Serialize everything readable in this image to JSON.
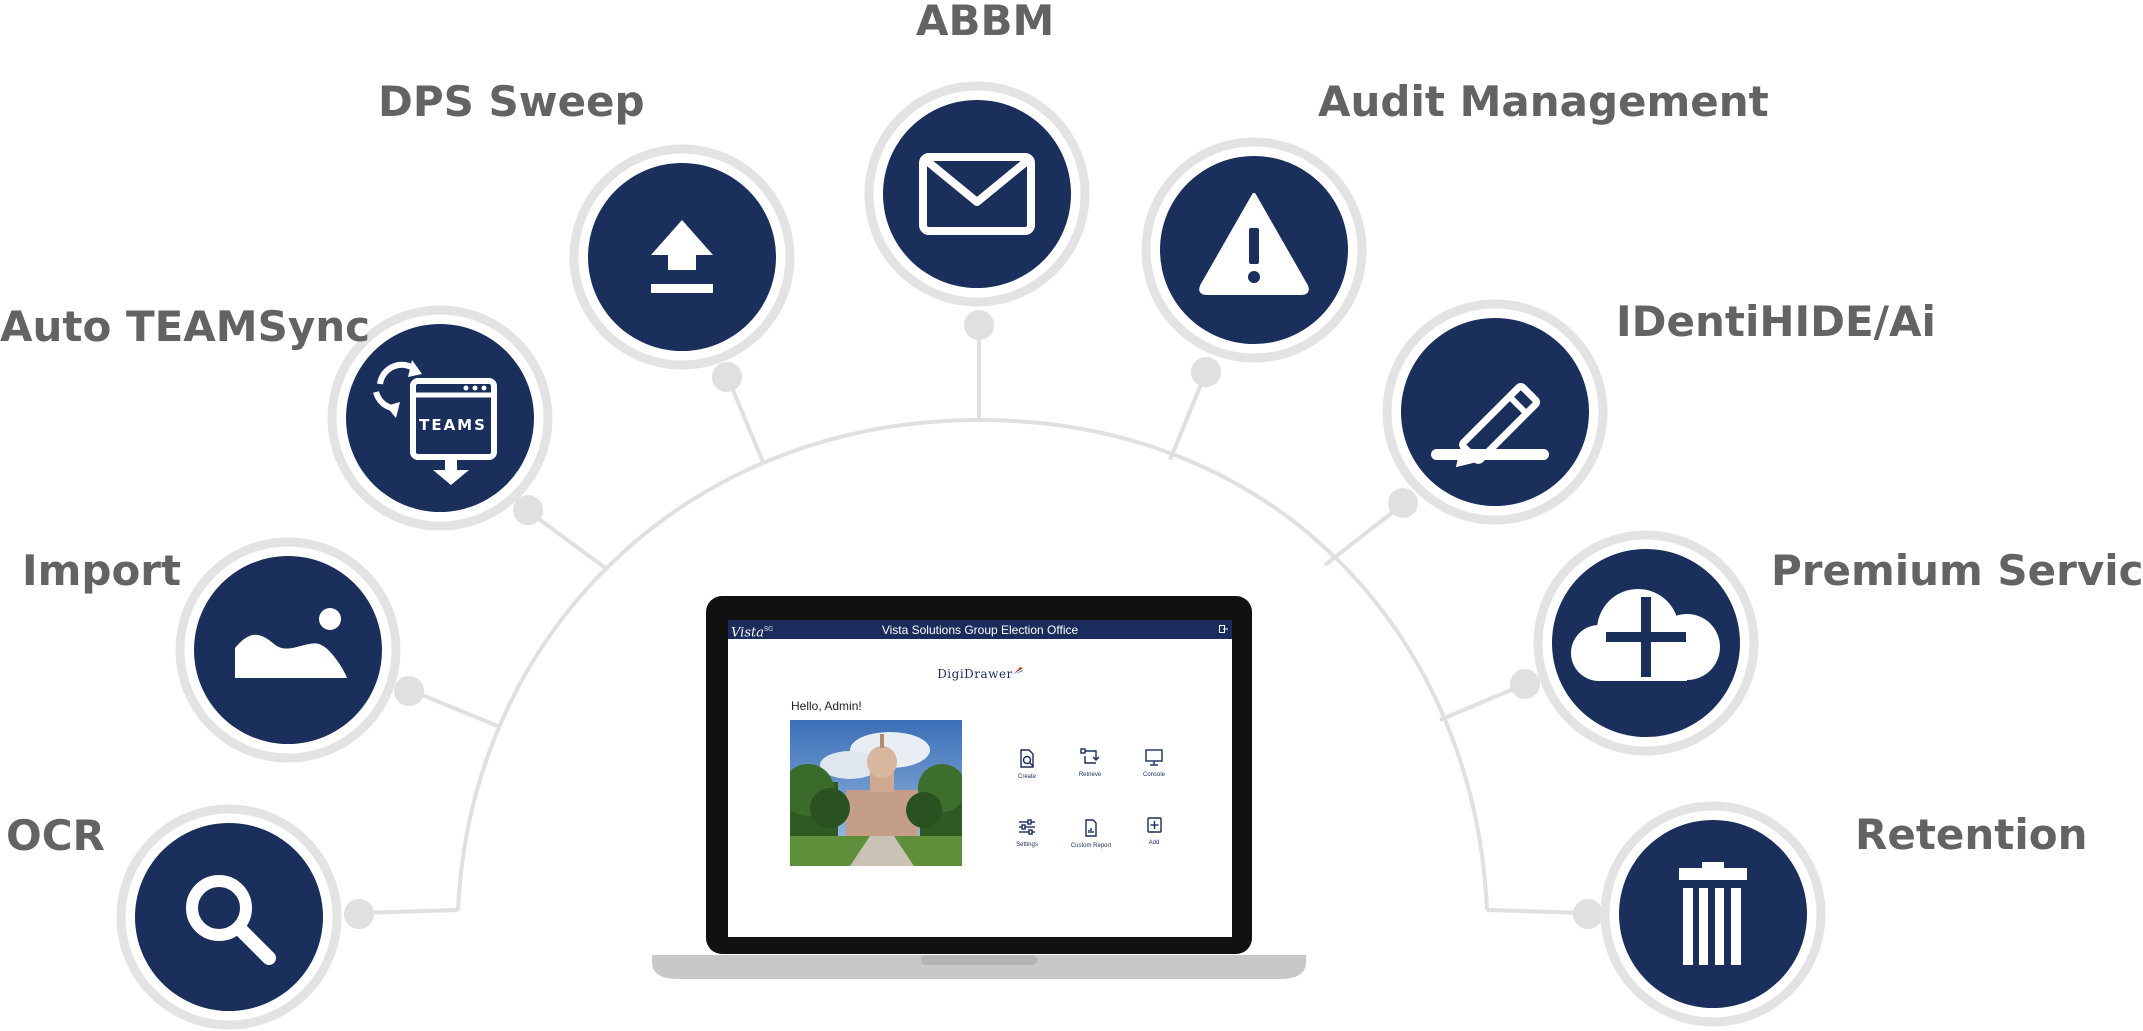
{
  "features": [
    {
      "id": "ocr",
      "label": "OCR",
      "icon": "magnifier-icon"
    },
    {
      "id": "import",
      "label": "Import",
      "icon": "image-icon"
    },
    {
      "id": "auto-teamsync",
      "label": "Auto TEAMSync",
      "icon": "teams-sync-icon",
      "icon_text": "TEAMS"
    },
    {
      "id": "dps-sweep",
      "label": "DPS Sweep",
      "icon": "upload-icon"
    },
    {
      "id": "abbm",
      "label": "ABBM",
      "icon": "envelope-icon"
    },
    {
      "id": "audit-management",
      "label": "Audit Management",
      "icon": "warning-icon"
    },
    {
      "id": "identihide",
      "label": "IDentiHIDE/Ai",
      "icon": "pencil-icon"
    },
    {
      "id": "premium-services",
      "label": "Premium Services",
      "icon": "cloud-plus-icon"
    },
    {
      "id": "retention",
      "label": "Retention",
      "icon": "trash-icon"
    }
  ],
  "screen": {
    "brand": "Vista",
    "brand_sup": "SG",
    "window_title": "Vista Solutions Group Election Office",
    "product_logo": "DigiDrawer",
    "greeting": "Hello, Admin!",
    "tiles": [
      {
        "label": "Create",
        "icon": "document-search-icon"
      },
      {
        "label": "Retrieve",
        "icon": "retrieve-arrows-icon"
      },
      {
        "label": "Console",
        "icon": "monitor-icon"
      },
      {
        "label": "Settings",
        "icon": "sliders-icon"
      },
      {
        "label": "Custom Report",
        "icon": "report-icon"
      },
      {
        "label": "Add",
        "icon": "add-box-icon"
      }
    ]
  },
  "colors": {
    "icon_fill": "#1b2f5d",
    "ring": "#e3e3e3",
    "connector": "#e0e0e0",
    "label_text": "#636363",
    "laptop_body": "#111111",
    "laptop_base": "#c8c8c8"
  }
}
